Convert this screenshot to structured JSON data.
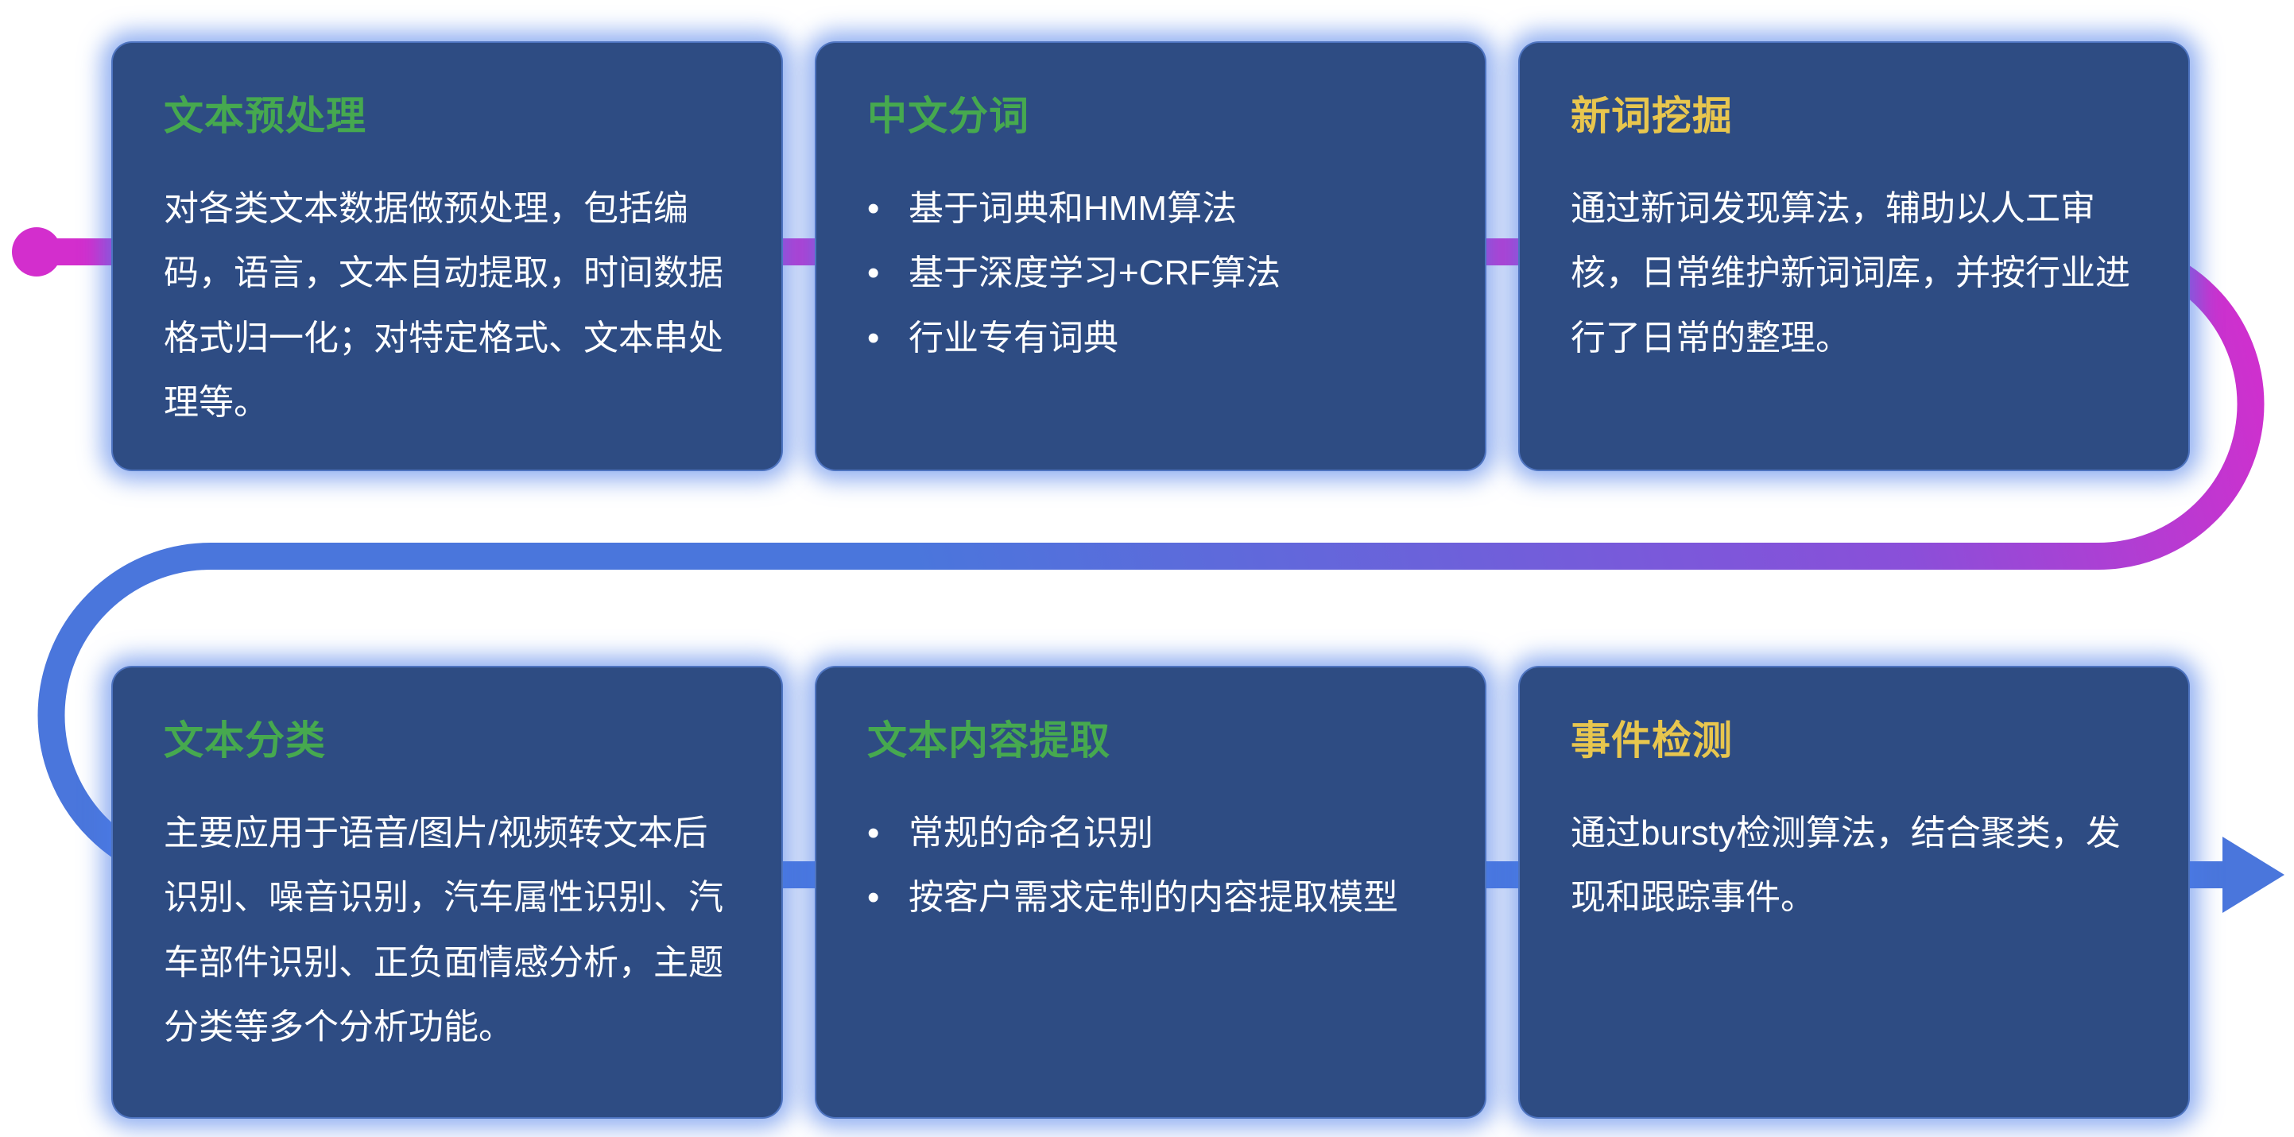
{
  "colors": {
    "page-bg": "#ffffff",
    "card-bg": "#2e4c83",
    "card-border": "#6a96f38c",
    "card-glow": "#4a7ce899",
    "title-green": "#46a94f",
    "title-yellow": "#e8c64e",
    "body-text": "#ffffff",
    "flow-magenta": "#d32ecd",
    "flow-purple": "#8a4fd9",
    "flow-blue": "#4a76dc"
  },
  "ui": {
    "bullet_char": "•"
  },
  "cards": [
    {
      "id": "text-preprocessing",
      "accent": "green",
      "title": "文本预处理",
      "body": "对各类文本数据做预处理，包括编码，语言，文本自动提取，时间数据格式归一化；对特定格式、文本串处理等。"
    },
    {
      "id": "chinese-word-segmentation",
      "accent": "green",
      "title": "中文分词",
      "bullets": [
        "基于词典和HMM算法",
        "基于深度学习+CRF算法",
        "行业专有词典"
      ]
    },
    {
      "id": "new-word-mining",
      "accent": "yellow",
      "title": "新词挖掘",
      "body": "通过新词发现算法，辅助以人工审核，日常维护新词词库，并按行业进行了日常的整理。"
    },
    {
      "id": "text-classification",
      "accent": "green",
      "title": "文本分类",
      "body": "主要应用于语音/图片/视频转文本后识别、噪音识别，汽车属性识别、汽车部件识别、正负面情感分析，主题分类等多个分析功能。"
    },
    {
      "id": "text-content-extraction",
      "accent": "green",
      "title": "文本内容提取",
      "bullets": [
        "常规的命名识别",
        "按客户需求定制的内容提取模型"
      ]
    },
    {
      "id": "event-detection",
      "accent": "yellow",
      "title": "事件检测",
      "body": "通过bursty检测算法，结合聚类，发现和跟踪事件。"
    }
  ]
}
